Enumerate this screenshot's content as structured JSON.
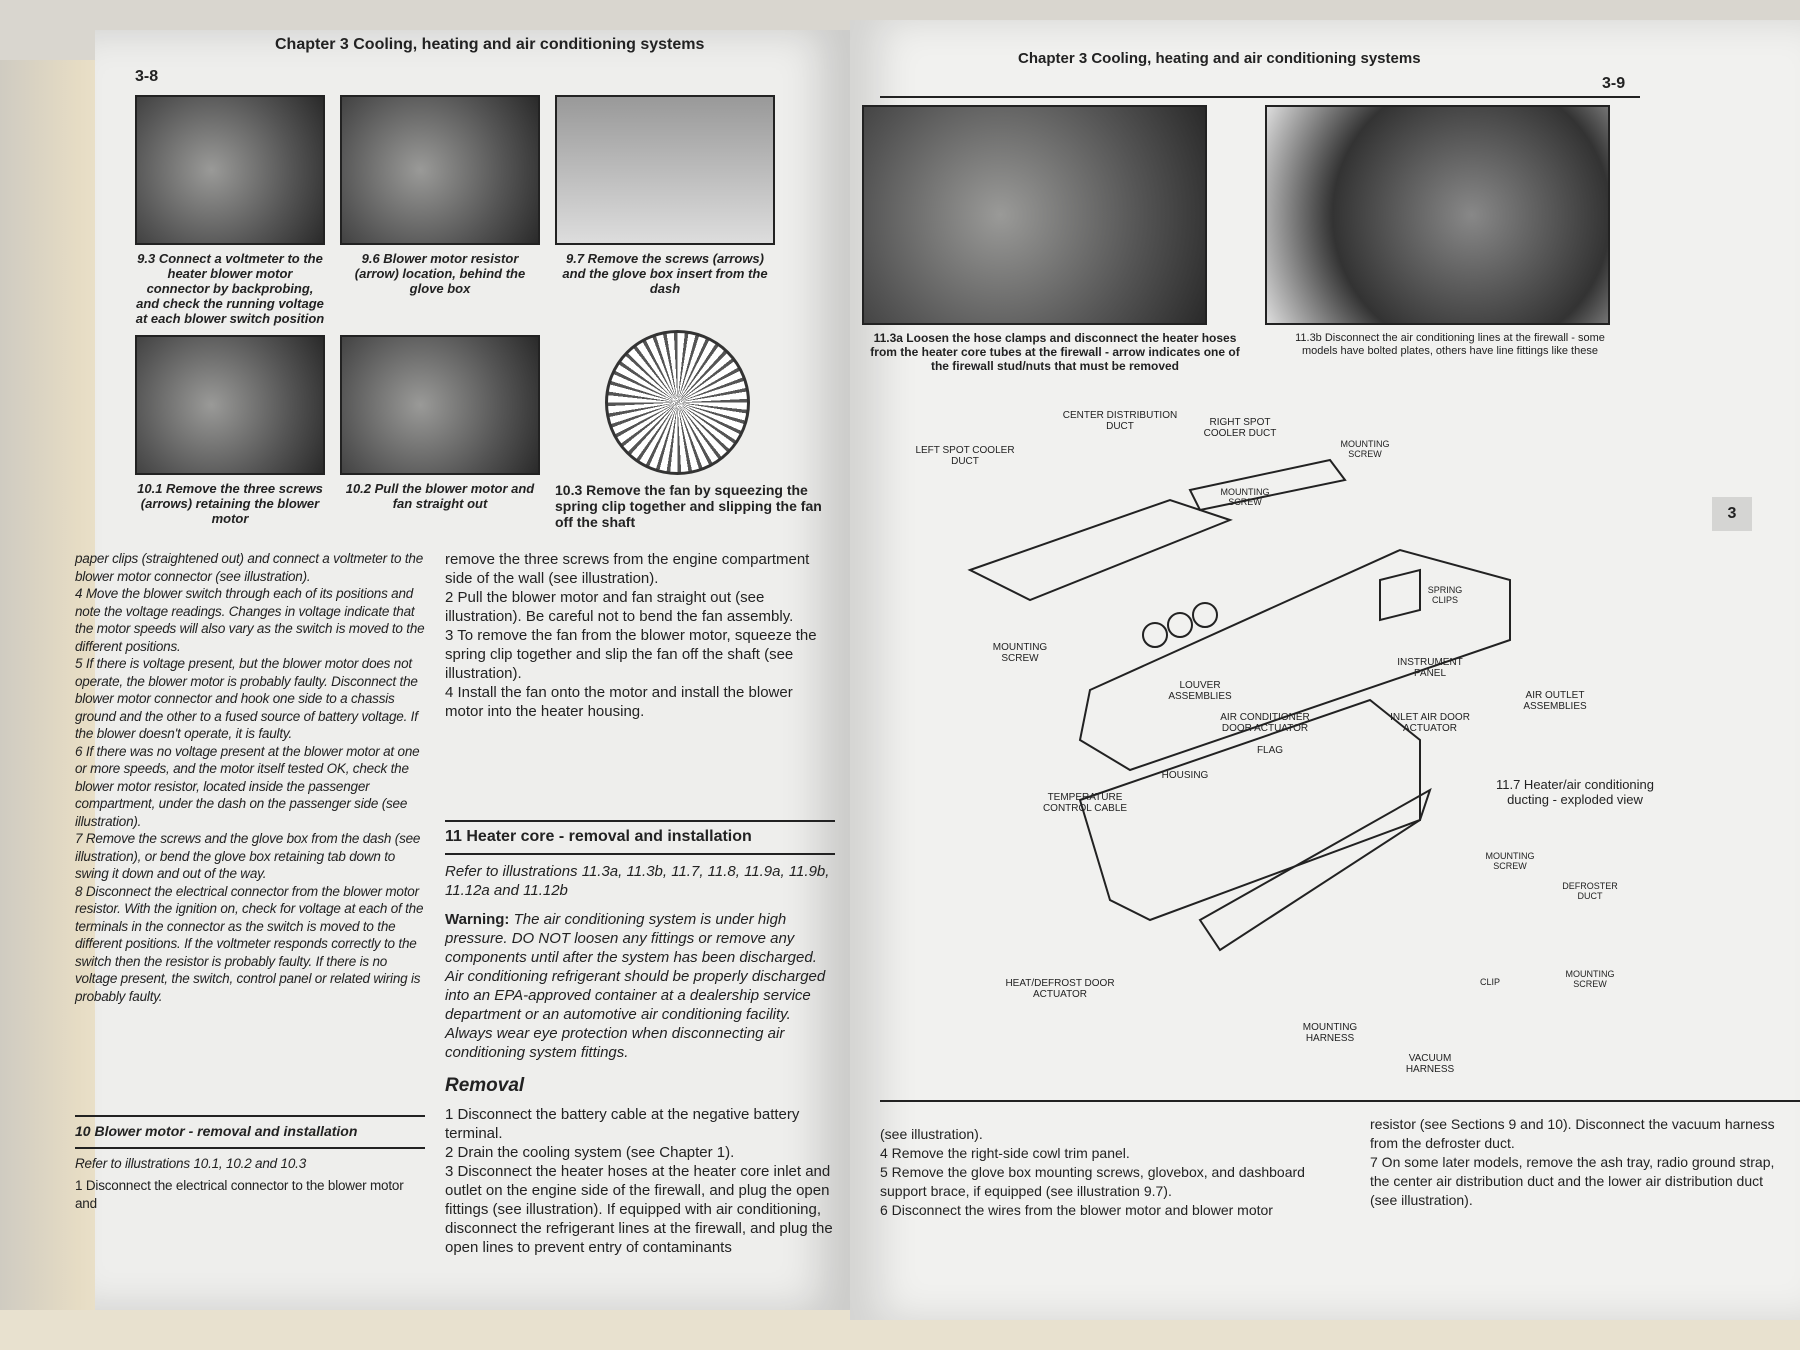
{
  "left_page": {
    "header": "Chapter 3  Cooling, heating and air conditioning systems",
    "page_number": "3-8",
    "captions": {
      "c93": "9.3 Connect a voltmeter to the heater blower motor connector by backprobing, and check the running voltage at each blower switch position",
      "c96": "9.6 Blower motor resistor (arrow) location, behind the glove box",
      "c97": "9.7 Remove the screws (arrows) and the glove box insert from the dash",
      "c101": "10.1 Remove the three screws (arrows) retaining the blower motor",
      "c102": "10.2 Pull the blower motor and fan straight out",
      "c103": "10.3 Remove the fan by squeezing the spring clip together and slipping the fan off the shaft"
    },
    "col1": [
      "paper clips (straightened out) and connect a voltmeter to the blower motor connector (see illustration).",
      "4   Move the blower switch through each of its positions and note the voltage readings. Changes in voltage indicate that the motor speeds will also vary as the switch is moved to the different positions.",
      "5   If there is voltage present, but the blower motor does not operate, the blower motor is probably faulty. Disconnect the blower motor connector and hook one side to a chassis ground and the other to a fused source of battery voltage. If the blower doesn't operate, it is faulty.",
      "6   If there was no voltage present at the blower motor at one or more speeds, and the motor itself tested OK, check the blower motor resistor, located inside the passenger compartment, under the dash on the passenger side (see illustration).",
      "7   Remove the screws and the glove box from the dash (see illustration), or bend the glove box retaining tab down to swing it down and out of the way.",
      "8   Disconnect the electrical connector from the blower motor resistor. With the ignition on, check for voltage at each of the terminals in the connector as the switch is moved to the different positions. If the voltmeter responds correctly to the switch then the resistor is probably faulty. If there is no voltage present, the switch, control panel or related wiring is probably faulty."
    ],
    "section10_title": "10  Blower motor - removal and installation",
    "section10_refer": "Refer to illustrations 10.1, 10.2 and 10.3",
    "section10_step1": "1   Disconnect the electrical connector to the blower motor and",
    "col2": [
      "remove the three screws from the engine compartment side of the wall (see illustration).",
      "2   Pull the blower motor and fan straight out (see illustration). Be careful not to bend the fan assembly.",
      "3   To remove the fan from the blower motor, squeeze the spring clip together and slip the fan off the shaft (see illustration).",
      "4   Install the fan onto the motor and install the blower motor into the heater housing."
    ],
    "section11_title": "11  Heater core - removal and installation",
    "section11_refer": "Refer to illustrations 11.3a, 11.3b, 11.7, 11.8, 11.9a, 11.9b, 11.12a and 11.12b",
    "warning_label": "Warning:",
    "warning_text": "The air conditioning system is under high pressure. DO NOT loosen any fittings or remove any components until after the system has been discharged. Air conditioning refrigerant should be properly discharged into an EPA-approved container at a dealership service department or an automotive air conditioning facility. Always wear eye protection when disconnecting air conditioning system fittings.",
    "removal_heading": "Removal",
    "removal_steps": [
      "1   Disconnect the battery cable at the negative battery terminal.",
      "2   Drain the cooling system (see Chapter 1).",
      "3   Disconnect the heater hoses at the heater core inlet and outlet on the engine side of the firewall, and plug the open fittings (see illustration). If equipped with air conditioning, disconnect the refrigerant lines at the firewall, and plug the open lines to prevent entry of contaminants"
    ]
  },
  "right_page": {
    "header": "Chapter 3  Cooling, heating and air conditioning systems",
    "page_number": "3-9",
    "tab": "3",
    "captions": {
      "c113a": "11.3a Loosen the hose clamps and disconnect the heater hoses from the heater core tubes at the firewall - arrow indicates one of the firewall stud/nuts that must be removed",
      "c113b": "11.3b Disconnect the air conditioning lines at the firewall - some models have bolted plates, others have line fittings like these",
      "c117": "11.7 Heater/air conditioning ducting - exploded view"
    },
    "diagram_labels": {
      "center_duct": "Center distribution duct",
      "right_spot": "Right spot cooler duct",
      "left_spot": "Left spot cooler duct",
      "mounting_screw_1": "Mounting screw",
      "mounting_screw_2": "Mounting screw",
      "mounting_screw_3": "Mounting screw",
      "mounting_screw_4": "Mounting screw",
      "mounting_screw_5": "Mounting screw",
      "spring_clips": "Spring clips",
      "instrument_panel": "Instrument panel",
      "air_outlet": "Air outlet assemblies",
      "louver": "Louver assemblies",
      "ac_actuator": "Air conditioner door actuator",
      "inlet_actuator": "Inlet air door actuator",
      "flag": "Flag",
      "housing": "Housing",
      "temp_cable": "Temperature control cable",
      "defroster": "Defroster duct",
      "clip": "Clip",
      "heat_defrost": "Heat/defrost door actuator",
      "mounting_harness": "Mounting harness",
      "vacuum_harness": "Vacuum harness"
    },
    "col1": [
      "(see illustration).",
      "4   Remove the right-side cowl trim panel.",
      "5   Remove the glove box mounting screws, glovebox, and dashboard support brace, if equipped (see illustration 9.7).",
      "6   Disconnect the wires from the blower motor and blower motor"
    ],
    "col2": [
      "resistor (see Sections 9 and 10). Disconnect the vacuum harness from the defroster duct.",
      "7   On some later models, remove the ash tray, radio ground strap, the center air distribution duct and the lower air distribution duct (see illustration)."
    ]
  }
}
